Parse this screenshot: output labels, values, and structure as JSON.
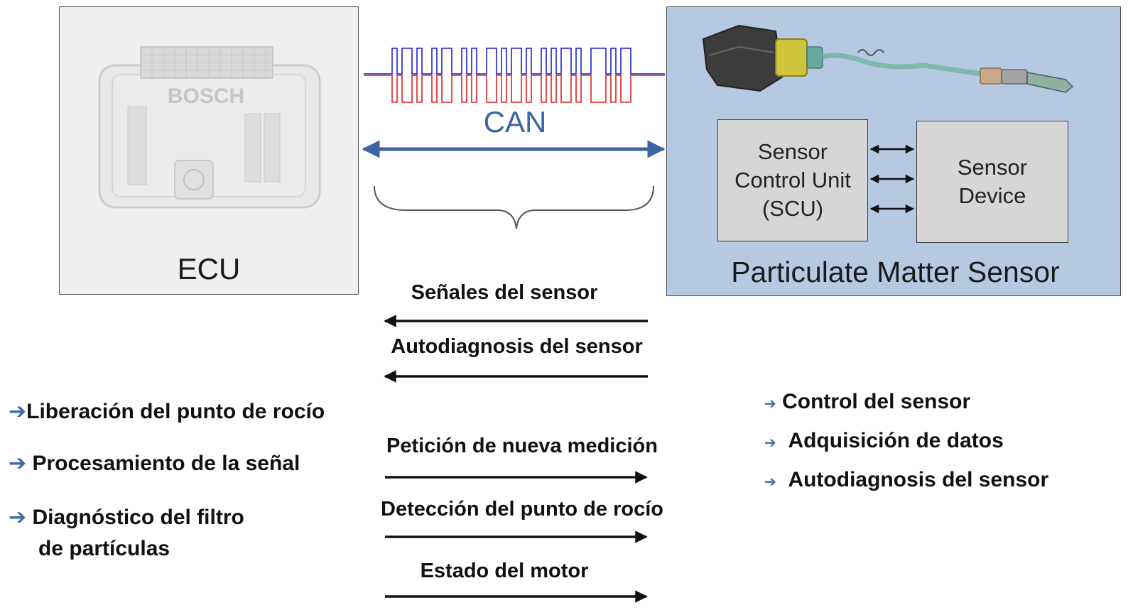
{
  "ecu": {
    "label": "ECU",
    "brand": "BOSCH",
    "box_color": "#efefef"
  },
  "can": {
    "label": "CAN",
    "color": "#3a64a4",
    "signal_high_color": "#1f1fd8",
    "signal_low_color": "#e02020"
  },
  "pm_sensor": {
    "label": "Particulate Matter Sensor",
    "box_color": "#b5c9e2",
    "scu": {
      "line1": "Sensor",
      "line2": "Control Unit",
      "line3": "(SCU)"
    },
    "device": {
      "line1": "Sensor",
      "line2": "Device"
    }
  },
  "messages_to_ecu": [
    "Señales del sensor",
    "Autodiagnosis del sensor"
  ],
  "messages_to_sensor": [
    "Petición de nueva medición",
    "Detección del punto de rocío",
    "Estado del motor"
  ],
  "ecu_functions": [
    "Liberación del punto de rocío",
    "Procesamiento de la señal",
    "Diagnóstico del filtro",
    "de partículas"
  ],
  "sensor_functions": [
    "Control del sensor",
    "Adquisición de datos",
    "Autodiagnosis del sensor"
  ],
  "bullet_glyph": "➔"
}
